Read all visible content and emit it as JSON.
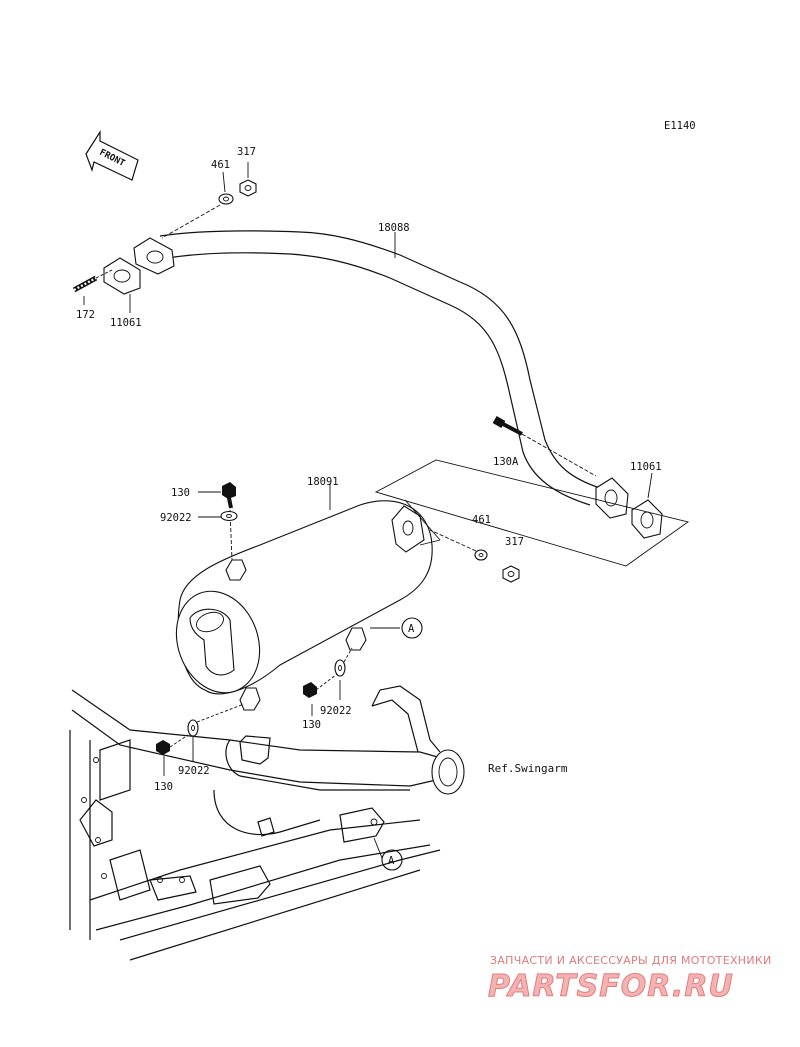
{
  "diagram_code": "E1140",
  "front_label": "FRONT",
  "reference_label": "Ref.Swingarm",
  "labels": {
    "l317_top": "317",
    "l461_top": "461",
    "l18088": "18088",
    "l172": "172",
    "l11061_left": "11061",
    "l130A": "130A",
    "l11061_right": "11061",
    "l130_top": "130",
    "l18091": "18091",
    "l92022_top": "92022",
    "l461_mid": "461",
    "l317_mid": "317",
    "l130_mid": "130",
    "l92022_mid": "92022",
    "l130_bottom": "130",
    "l92022_bottom": "92022"
  },
  "callouts": {
    "a1": "A",
    "a2": "A"
  },
  "watermark": {
    "line1": "ЗАПЧАСТИ И АКСЕССУАРЫ ДЛЯ МОТОТЕХНИКИ",
    "line2": "PARTSFOR.RU"
  }
}
